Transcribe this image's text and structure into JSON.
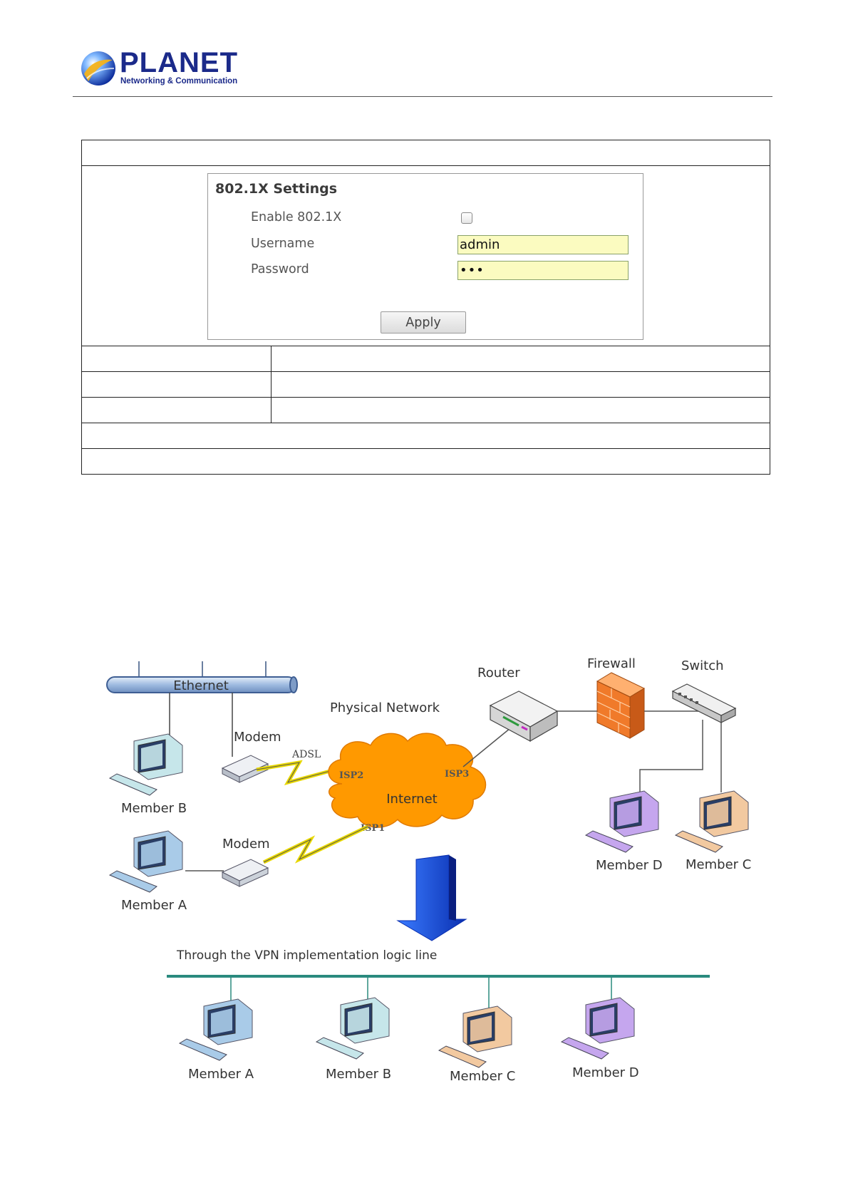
{
  "header": {
    "brand": "PLANET",
    "tagline": "Networking & Communication"
  },
  "settings_panel": {
    "title": "802.1X Settings",
    "enable_label": "Enable 802.1X",
    "enable_checked": false,
    "username_label": "Username",
    "username_value": "admin",
    "password_label": "Password",
    "password_value": "•••",
    "apply_label": "Apply"
  },
  "diagram": {
    "top_labels": {
      "ethernet": "Ethernet",
      "physical_network": "Physical Network",
      "router": "Router",
      "firewall": "Firewall",
      "switch": "Switch",
      "modem_top": "Modem",
      "modem_bottom": "Modem",
      "adsl": "ADSL",
      "isp1": "ISP1",
      "isp2": "ISP2",
      "isp3": "ISP3",
      "internet": "Internet",
      "member_a": "Member A",
      "member_b": "Member B",
      "member_c": "Member C",
      "member_d": "Member D"
    },
    "vpn_caption": "Through the VPN implementation logic line",
    "vpn_members": [
      "Member A",
      "Member B",
      "Member C",
      "Member D"
    ],
    "colors": {
      "ethernet_bar": "#b9cde6",
      "cloud": "#ff9900",
      "firewall": "#f07a2a",
      "arrow": "#1f4fd8",
      "vpn_line": "#2a8a7e",
      "pc_blue": "#a9cbe8",
      "pc_cyan": "#c6e6ea",
      "pc_peach": "#f2c9a0",
      "pc_violet": "#c5a6ee"
    }
  }
}
